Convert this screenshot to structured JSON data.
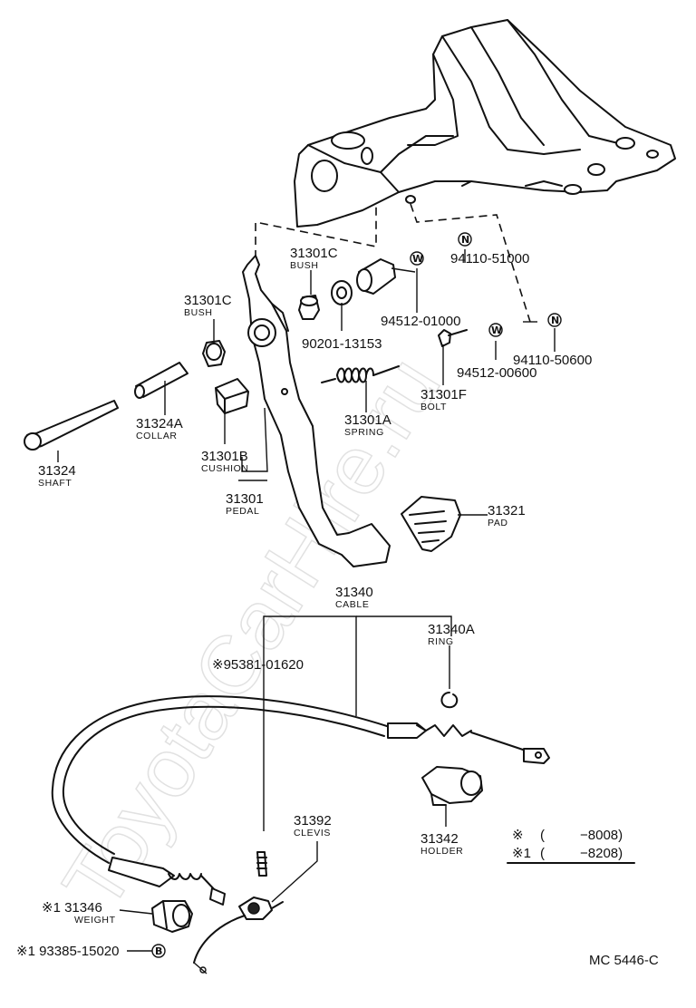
{
  "watermark": "ToyotaCarHire.ru",
  "figure_code": "MC 5446-C",
  "parts": {
    "p31301c_top": {
      "number": "31301C",
      "name": "BUSH"
    },
    "p31301c_left": {
      "number": "31301C",
      "name": "BUSH"
    },
    "p94110_51000": {
      "number": "94110-51000",
      "symbol": "N"
    },
    "p94512_01000": {
      "number": "94512-01000",
      "symbol": "W"
    },
    "p90201_13153": {
      "number": "90201-13153"
    },
    "p94512_00600": {
      "number": "94512-00600",
      "symbol": "W"
    },
    "p94110_50600": {
      "number": "94110-50600",
      "symbol": "N"
    },
    "p31301f": {
      "number": "31301F",
      "name": "BOLT"
    },
    "p31324a": {
      "number": "31324A",
      "name": "COLLAR"
    },
    "p31301a": {
      "number": "31301A",
      "name": "SPRING"
    },
    "p31324": {
      "number": "31324",
      "name": "SHAFT"
    },
    "p31301b": {
      "number": "31301B",
      "name": "CUSHION"
    },
    "p31301": {
      "number": "31301",
      "name": "PEDAL"
    },
    "p31321": {
      "number": "31321",
      "name": "PAD"
    },
    "p31340": {
      "number": "31340",
      "name": "CABLE"
    },
    "p31340a": {
      "number": "31340A",
      "name": "RING"
    },
    "p95381": {
      "number": "※95381-01620"
    },
    "p31342": {
      "number": "31342",
      "name": "HOLDER"
    },
    "p31392": {
      "number": "31392",
      "name": "CLEVIS"
    },
    "p31346": {
      "number": "※1 31346",
      "name": "WEIGHT"
    },
    "p93385": {
      "number": "※1 93385-15020",
      "symbol": "B"
    }
  },
  "legend": [
    {
      "mark": "※",
      "open": "(",
      "range": "−8008)"
    },
    {
      "mark": "※1",
      "open": "(",
      "range": "−8208)"
    }
  ]
}
